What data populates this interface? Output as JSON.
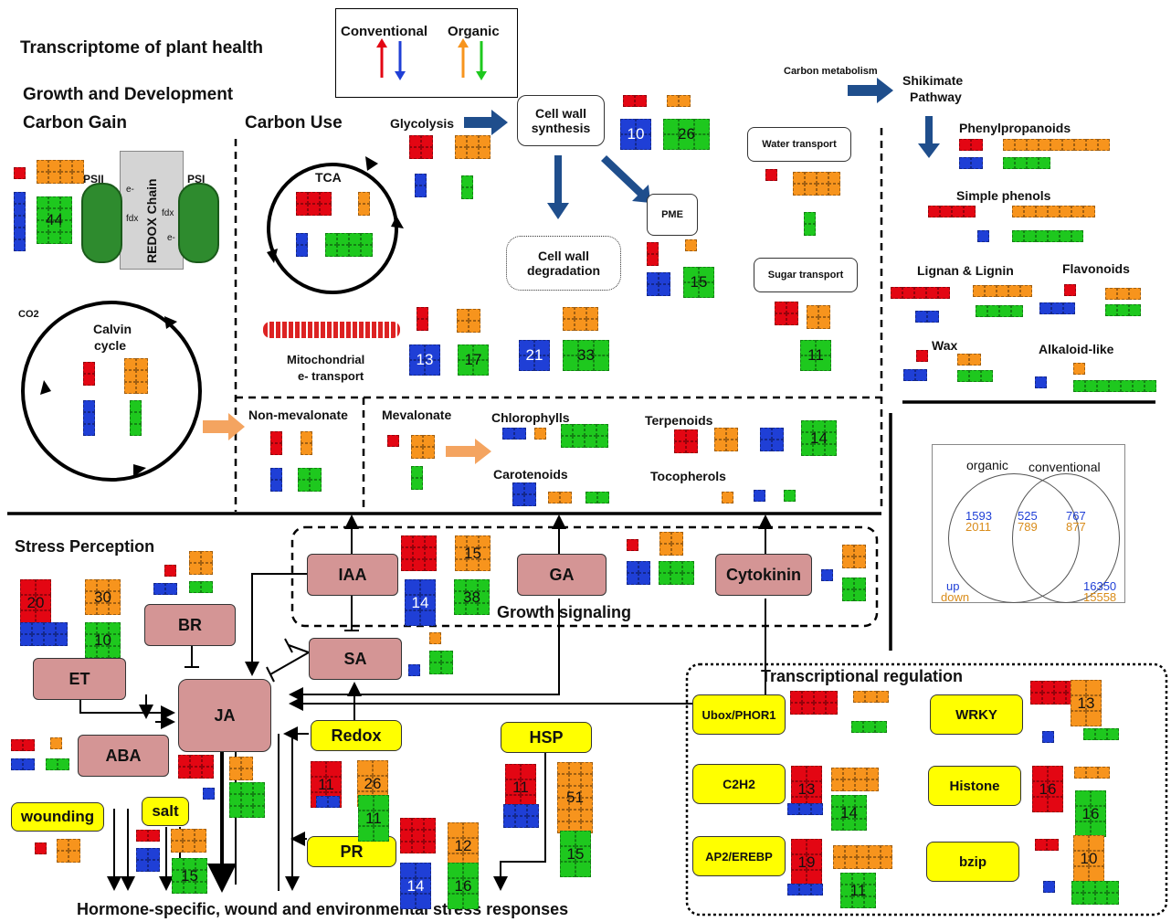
{
  "title": "Transcriptome of plant health",
  "sections": {
    "growth": "Growth and Development",
    "carbon_gain": "Carbon Gain",
    "carbon_use": "Carbon Use",
    "stress": "Stress Perception",
    "growth_signaling": "Growth signaling",
    "transcriptional": "Transcriptional regulation",
    "responses": "Hormone-specific, wound and environmental stress responses"
  },
  "legend": {
    "conventional": "Conventional",
    "organic": "Organic"
  },
  "labels": {
    "psii": "PSII",
    "psi": "PSI",
    "redox_chain": "REDOX Chain",
    "e1": "e-",
    "e2": "e-",
    "fdx1": "fdx",
    "fdx2": "fdx",
    "co2": "CO2",
    "calvin": "Calvin",
    "cycle": "cycle",
    "tca": "TCA",
    "glycolysis": "Glycolysis",
    "cell_wall_synth": "Cell wall synthesis",
    "cell_wall_deg": "Cell wall degradation",
    "pme": "PME",
    "water_transport": "Water transport",
    "sugar_transport": "Sugar transport",
    "mito1": "Mitochondrial",
    "mito2": "e- transport",
    "non_mevalonate": "Non-mevalonate",
    "mevalonate": "Mevalonate",
    "chlorophylls": "Chlorophylls",
    "carotenoids": "Carotenoids",
    "terpenoids": "Terpenoids",
    "tocopherols": "Tocopherols",
    "carbon_metabolism": "Carbon metabolism",
    "shikimate": "Shikimate",
    "pathway": "Pathway",
    "phenylpropanoids": "Phenylpropanoids",
    "simple_phenols": "Simple phenols",
    "lignan": "Lignan & Lignin",
    "flavonoids": "Flavonoids",
    "wax": "Wax",
    "alkaloid": "Alkaloid-like"
  },
  "venn": {
    "organic": "organic",
    "conventional": "conventional",
    "left_up": "1593",
    "left_down": "2011",
    "mid_up": "525",
    "mid_down": "789",
    "right_up": "767",
    "right_down": "877",
    "up": "up",
    "down": "down",
    "total_up": "16350",
    "total_down": "15558"
  },
  "hormones": {
    "iaa": "IAA",
    "ga": "GA",
    "cytokinin": "Cytokinin",
    "br": "BR",
    "et": "ET",
    "sa": "SA",
    "ja": "JA",
    "aba": "ABA"
  },
  "yellow": {
    "redox": "Redox",
    "hsp": "HSP",
    "pr": "PR",
    "wounding": "wounding",
    "salt": "salt",
    "ubox": "Ubox/PHOR1",
    "wrky": "WRKY",
    "c2h2": "C2H2",
    "histone": "Histone",
    "ap2": "AP2/EREBP",
    "bzip": "bzip"
  },
  "counts": [
    "44",
    "10",
    "26",
    "15",
    "11",
    "13",
    "17",
    "21",
    "33",
    "14",
    "15",
    "38",
    "20",
    "30",
    "10",
    "11",
    "26",
    "11",
    "51",
    "15",
    "12",
    "14",
    "16",
    "15",
    "13",
    "16",
    "14",
    "16",
    "19",
    "11",
    "10",
    "13"
  ],
  "colors": {
    "red": "#e30613",
    "blue": "#1f3fd6",
    "orange": "#f7941d",
    "green": "#1ec81e",
    "hormone": "#d49595",
    "yellow": "#ffff00",
    "arrow": "#1f4e8c",
    "mevarrow": "#f4a460"
  }
}
